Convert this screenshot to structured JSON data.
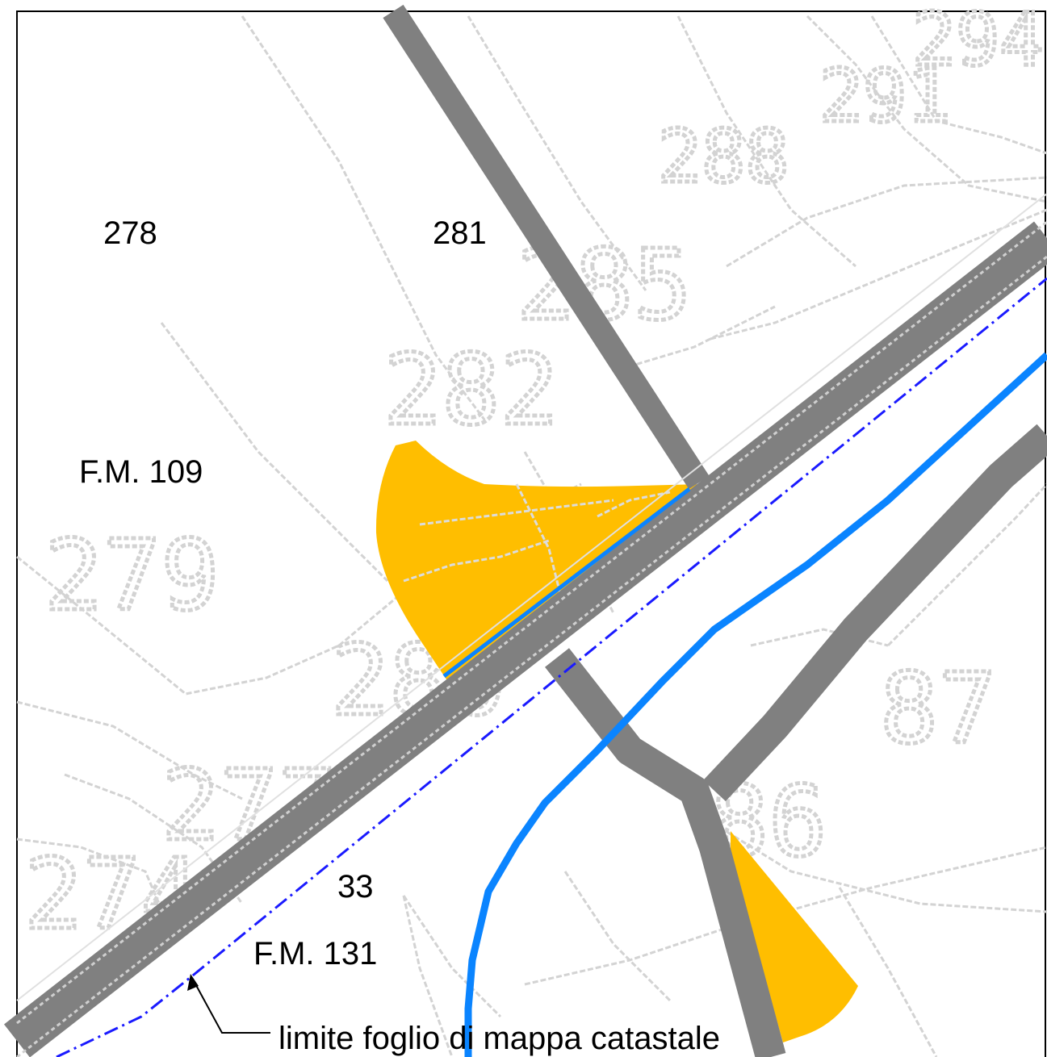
{
  "map": {
    "parcel_labels": {
      "p278": "278",
      "p281": "281",
      "p33": "33"
    },
    "sheet_labels": {
      "sheet_109": "F.M. 109",
      "sheet_131": "F.M. 131"
    },
    "background_parcel_numbers": {
      "b294": "294",
      "b291": "291",
      "b288": "288",
      "b285": "285",
      "b282": "282",
      "b279": "279",
      "b280": "280",
      "b277": "277",
      "b274": "274",
      "b87": "87",
      "b86": "86"
    },
    "callout": {
      "text": "limite foglio di mappa catastale"
    },
    "colors": {
      "road": "#808080",
      "watercourse": "#0a84ff",
      "sheet_boundary": "#1a1aff",
      "highlight_area": "#ffbe00",
      "cadastral_lines": "#d3d3d3",
      "frame": "#000000"
    }
  }
}
